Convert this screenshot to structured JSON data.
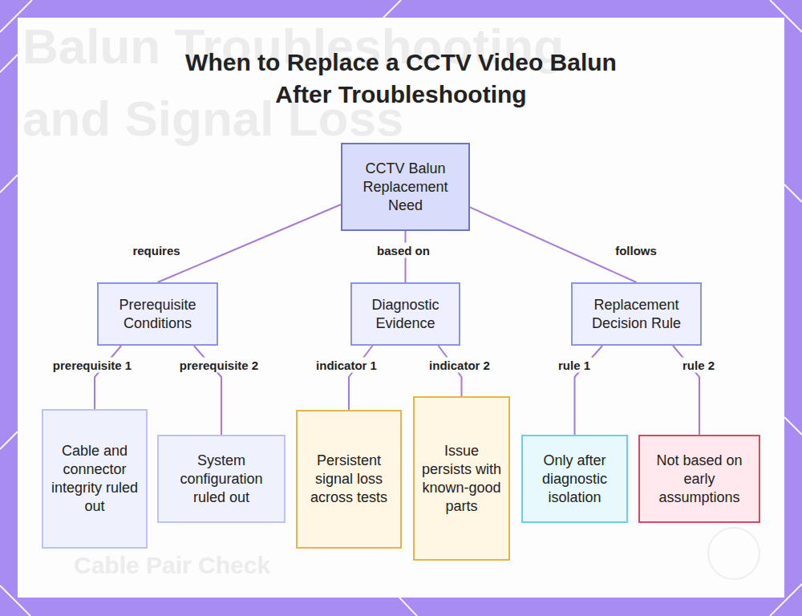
{
  "diagram": {
    "title": "When to Replace a CCTV Video Balun After Troubleshooting",
    "nodes": [
      {
        "text": [
          "CCTV Balun Replacement Need"
        ]
      },
      {
        "text": [
          "Prerequisite Conditions"
        ]
      },
      {
        "text": [
          "Diagnostic Evidence"
        ]
      },
      {
        "text": [
          "Replacement Decision Rule"
        ]
      },
      {
        "text": [
          "Cable and connector integrity ruled out"
        ]
      },
      {
        "text": [
          "System configuration ruled out"
        ]
      },
      {
        "text": [
          "Persistent signal loss across tests"
        ]
      },
      {
        "text": [
          "Issue persists with known-good parts"
        ]
      },
      {
        "text": [
          "Only after diagnostic isolation"
        ]
      },
      {
        "text": [
          "Not based on early assumptions"
        ]
      }
    ],
    "edges": [
      {
        "from": 0,
        "to": 1,
        "label": "requires",
        "arrow": "none"
      },
      {
        "from": 0,
        "to": 2,
        "label": "based on",
        "arrow": "none"
      },
      {
        "from": 0,
        "to": 3,
        "label": "follows",
        "arrow": "none"
      },
      {
        "from": 1,
        "to": 4,
        "label": "prerequisite 1",
        "arrow": "none"
      },
      {
        "from": 1,
        "to": 5,
        "label": "prerequisite 2",
        "arrow": "none"
      },
      {
        "from": 2,
        "to": 6,
        "label": "indicator 1",
        "arrow": "none"
      },
      {
        "from": 2,
        "to": 7,
        "label": "indicator 2",
        "arrow": "none"
      },
      {
        "from": 3,
        "to": 8,
        "label": "rule 1",
        "arrow": "none"
      },
      {
        "from": 3,
        "to": 9,
        "label": "rule 2",
        "arrow": "none"
      }
    ],
    "labels": [
      "Balun Troubleshooting",
      "and Signal Loss",
      "Cable Pair Check"
    ]
  }
}
